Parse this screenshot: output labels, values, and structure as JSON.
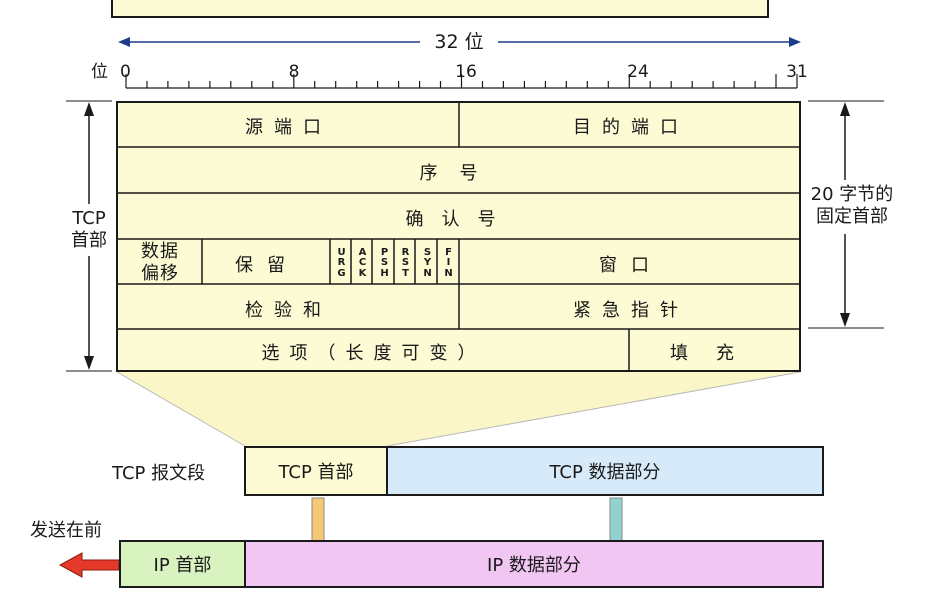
{
  "ruler": {
    "bits_label": "32 位",
    "unit_label": "位",
    "ticks": [
      "0",
      "8",
      "16",
      "24",
      "31"
    ]
  },
  "header": {
    "rows": [
      {
        "cells": [
          "源端口",
          "目的端口"
        ]
      },
      {
        "cells": [
          "序号"
        ]
      },
      {
        "cells": [
          "确认号"
        ]
      },
      {
        "cells": [
          "数据\n偏移",
          "保留",
          "窗口"
        ]
      },
      {
        "cells": [
          "检验和",
          "紧急指针"
        ]
      },
      {
        "cells": [
          "选项（长度可变）",
          "填充"
        ]
      }
    ],
    "flags": [
      "URG",
      "ACK",
      "PSH",
      "RST",
      "SYN",
      "FIN"
    ]
  },
  "labels": {
    "tcp_header": "TCP\n首部",
    "fixed_header": "20 字节的\n固定首部"
  },
  "segment": {
    "label": "TCP 报文段",
    "header_box": "TCP 首部",
    "data_box": "TCP 数据部分"
  },
  "ip": {
    "send_first": "发送在前",
    "header_box": "IP 首部",
    "data_box": "IP 数据部分"
  },
  "colors": {
    "header_fill": "#fdfbd4",
    "tcp_data_fill": "#d6eafa",
    "ip_header_fill": "#d8f2c0",
    "ip_data_fill": "#f2c6f2",
    "trapezoid_fill": "#fbf6c8",
    "arrow_orange": "#f7c873",
    "arrow_teal": "#8fd2d0",
    "arrow_red": "#e53a2a",
    "ruler_blue": "#1e3a8a"
  }
}
